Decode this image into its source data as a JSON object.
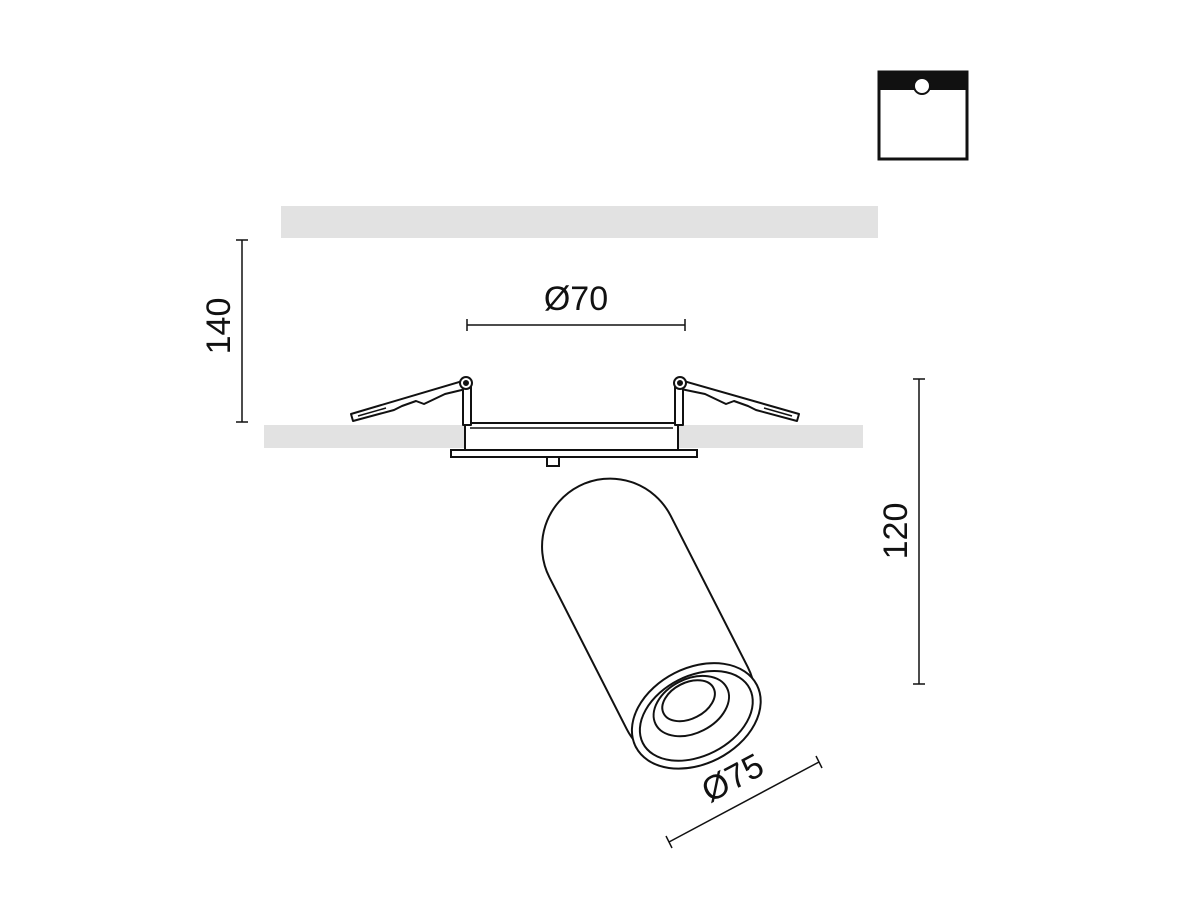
{
  "dimensions": {
    "cutout_diameter": "Ø70",
    "body_diameter": "Ø75",
    "installation_height": "140",
    "body_height": "120"
  },
  "colors": {
    "line": "#111111",
    "ceiling": "#e2e2e2",
    "fill": "#ffffff"
  },
  "icon": "recessed-mount-icon"
}
